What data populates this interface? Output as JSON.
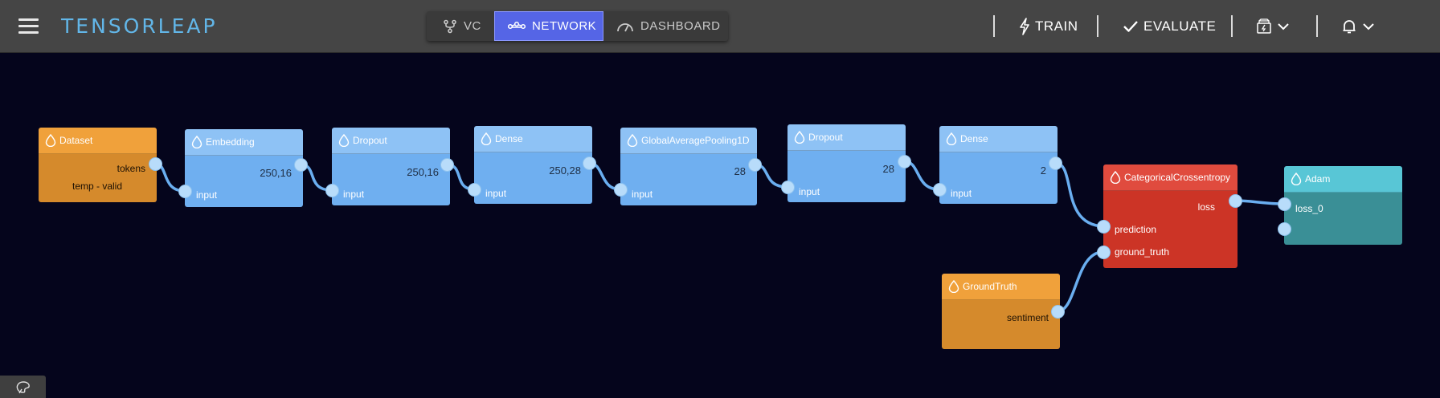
{
  "app": {
    "logo": "TENSORLEAP"
  },
  "tabs": [
    {
      "label": "VC",
      "icon": "branch-icon"
    },
    {
      "label": "NETWORK",
      "icon": "network-icon",
      "active": true
    },
    {
      "label": "DASHBOARD",
      "icon": "gauge-icon"
    }
  ],
  "actions": {
    "train": "TRAIN",
    "evaluate": "EVALUATE"
  },
  "colors": {
    "accent": "#5565e6",
    "logo": "#62b6e8",
    "edge": "#6aaef0",
    "layer_node": "#6faff0",
    "dataset_node": "#d58a2c",
    "loss_node": "#cc3426",
    "optimizer_node": "#3a8f96"
  },
  "nodes": {
    "dataset": {
      "title": "Dataset",
      "output": "tokens",
      "subtitle": "temp - valid"
    },
    "embedding": {
      "title": "Embedding",
      "shape": "250,16",
      "input": "input"
    },
    "dropout1": {
      "title": "Dropout",
      "shape": "250,16",
      "input": "input"
    },
    "dense1": {
      "title": "Dense",
      "shape": "250,28",
      "input": "input"
    },
    "gap": {
      "title": "GlobalAveragePooling1D",
      "shape": "28",
      "input": "input"
    },
    "dropout2": {
      "title": "Dropout",
      "shape": "28",
      "input": "input"
    },
    "dense2": {
      "title": "Dense",
      "shape": "2",
      "input": "input"
    },
    "loss": {
      "title": "CategoricalCrossentropy",
      "output": "loss",
      "input1": "prediction",
      "input2": "ground_truth"
    },
    "adam": {
      "title": "Adam",
      "input": "loss_0"
    },
    "groundtruth": {
      "title": "GroundTruth",
      "output": "sentiment"
    }
  }
}
